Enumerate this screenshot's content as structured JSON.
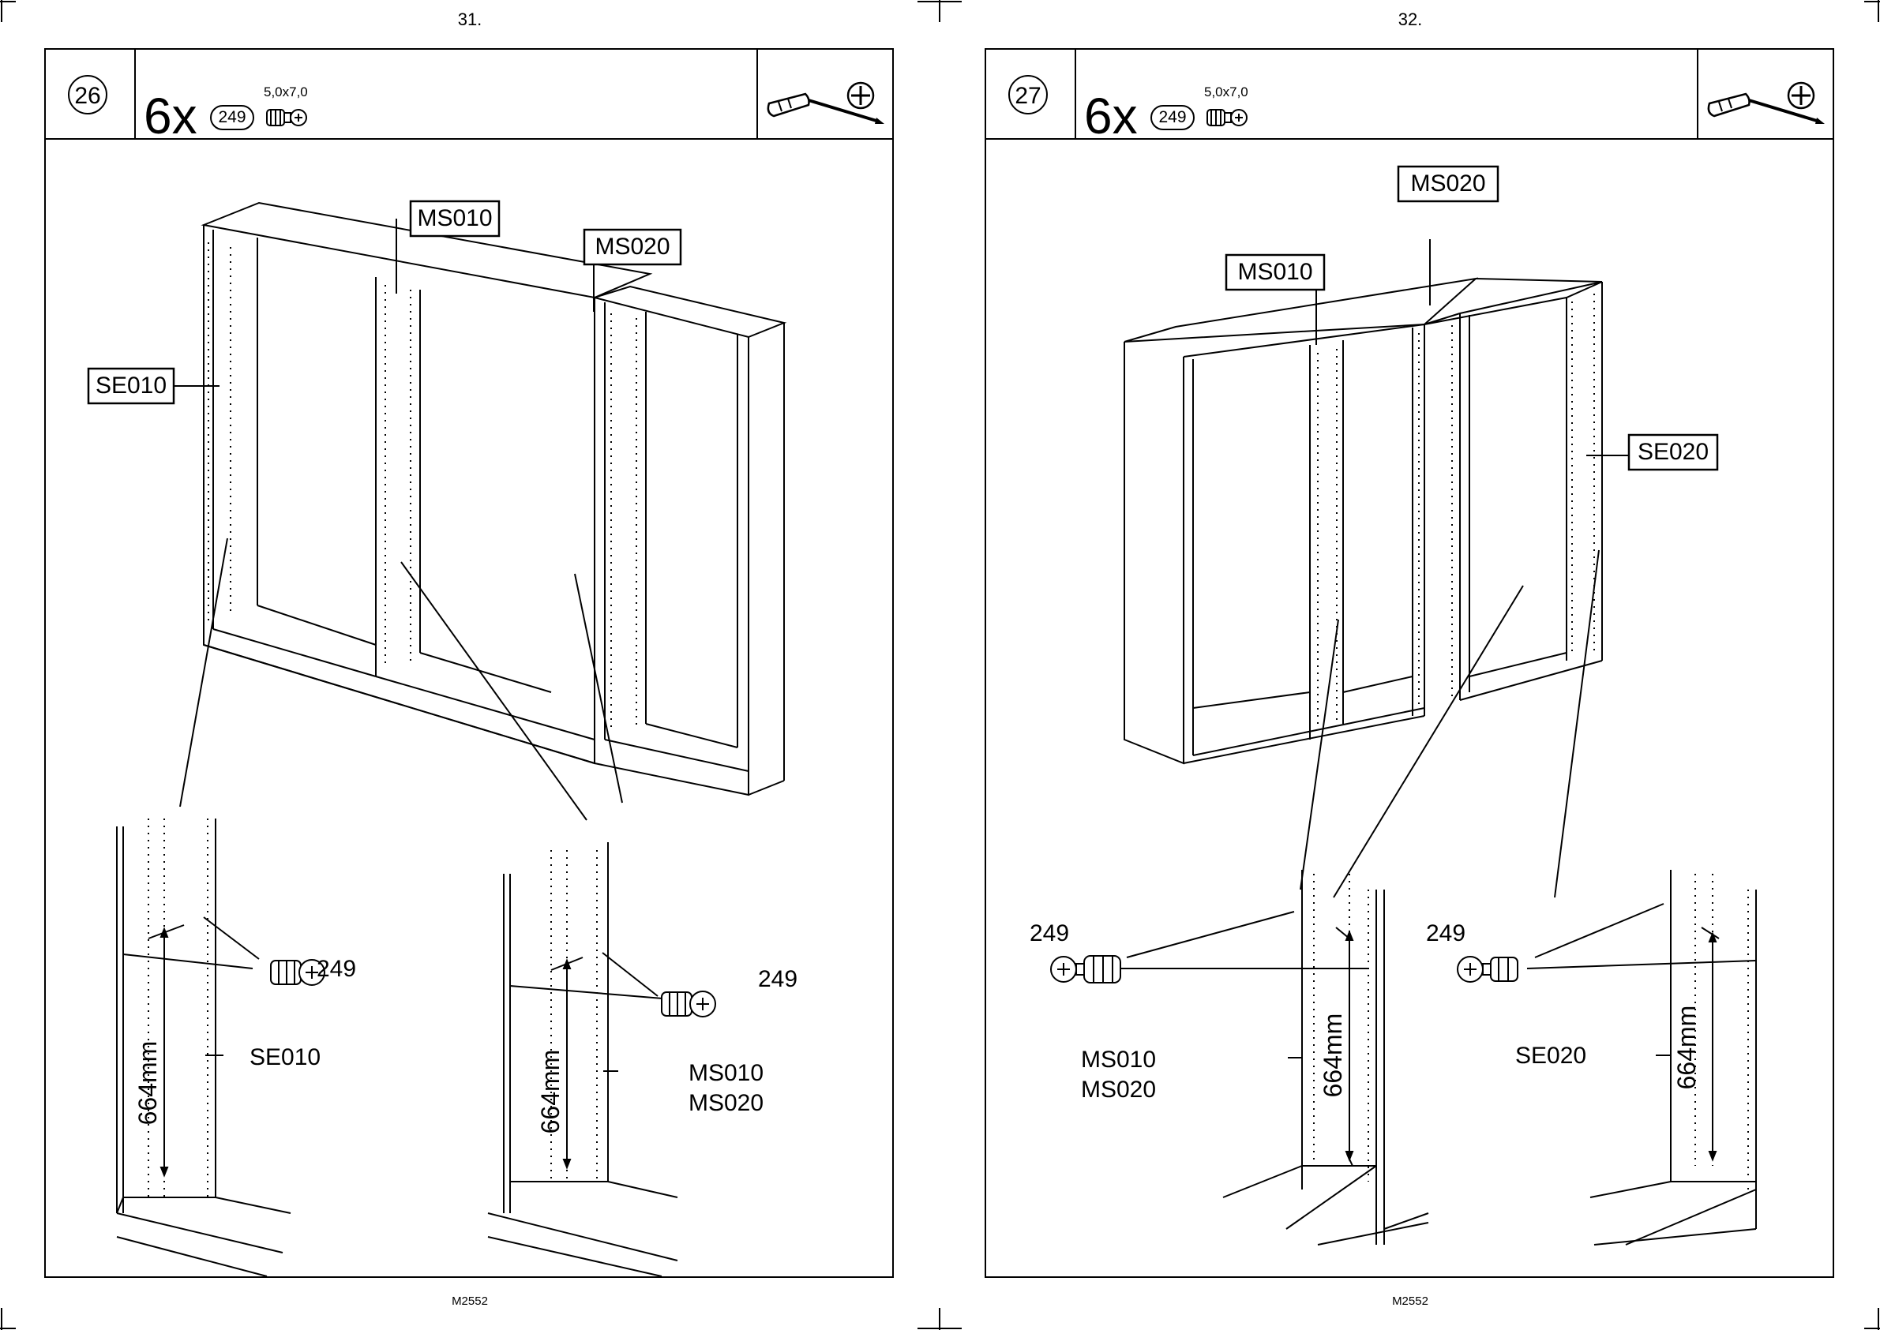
{
  "pages": [
    {
      "page_number": "31.",
      "step": "26",
      "quantity": "6x",
      "part_number": "249",
      "screw_size": "5,0x7,0",
      "callouts": [
        "MS010",
        "MS020",
        "SE010"
      ],
      "detail_left": {
        "part": "249",
        "measure": "664mm",
        "panel": "SE010"
      },
      "detail_right": {
        "part": "249",
        "measure": "664mm",
        "panel_1": "MS010",
        "panel_2": "MS020"
      },
      "footer": "M2552"
    },
    {
      "page_number": "32.",
      "step": "27",
      "quantity": "6x",
      "part_number": "249",
      "screw_size": "5,0x7,0",
      "callouts": [
        "MS020",
        "MS010",
        "SE020"
      ],
      "detail_left": {
        "part": "249",
        "measure": "664mm",
        "panel_1": "MS010",
        "panel_2": "MS020"
      },
      "detail_right": {
        "part": "249",
        "measure": "664mm",
        "panel": "SE020"
      },
      "footer": "M2552"
    }
  ],
  "icons": [
    "screwdriver-icon",
    "phillips-head-icon",
    "screw-249-icon",
    "cam-dowel-icon"
  ]
}
